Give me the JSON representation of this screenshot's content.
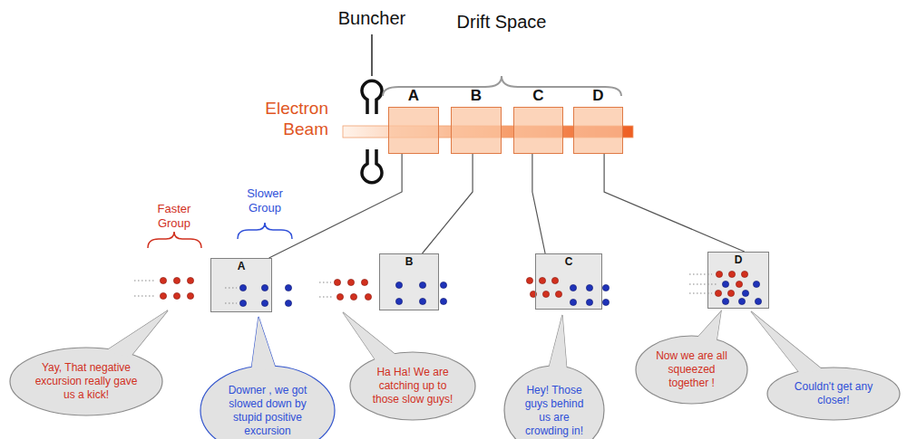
{
  "diagram": {
    "nodes": [
      {
        "text": [
          "A"
        ]
      },
      {
        "text": [
          "B"
        ]
      },
      {
        "text": [
          "C"
        ]
      },
      {
        "text": [
          "D"
        ]
      },
      {
        "text": [
          "A"
        ]
      },
      {
        "text": [
          "B"
        ]
      },
      {
        "text": [
          "C"
        ]
      },
      {
        "text": [
          "D"
        ]
      },
      {
        "text": [
          "Yay, That negative excursion really gave us a kick!"
        ]
      },
      {
        "text": [
          "Downer , we got slowed down by stupid positive excursion"
        ]
      },
      {
        "text": [
          "Ha Ha! We are catching up to those slow guys!"
        ]
      },
      {
        "text": [
          "Hey! Those guys behind us are crowding in!"
        ]
      },
      {
        "text": [
          "Now we are all squeezed together !"
        ]
      },
      {
        "text": [
          "Couldn't get any closer!"
        ]
      }
    ],
    "edges": [
      {
        "from": 0,
        "to": 4,
        "arrow": "none"
      },
      {
        "from": 1,
        "to": 5,
        "arrow": "none"
      },
      {
        "from": 2,
        "to": 6,
        "arrow": "none"
      },
      {
        "from": 3,
        "to": 7,
        "arrow": "none"
      }
    ],
    "labels": [
      "Buncher",
      "Drift Space",
      "Electron Beam",
      "Faster Group",
      "Slower Group"
    ]
  }
}
